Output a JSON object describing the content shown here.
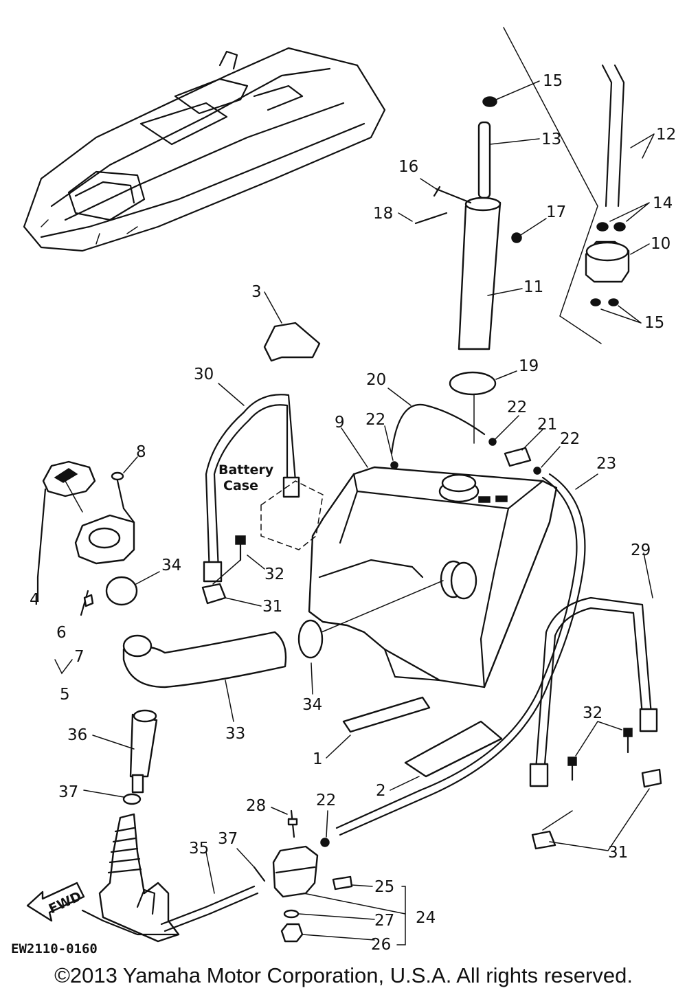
{
  "labels": {
    "n1": "1",
    "n2": "2",
    "n3": "3",
    "n4": "4",
    "n5": "5",
    "n6": "6",
    "n7": "7",
    "n8": "8",
    "n9": "9",
    "n10": "10",
    "n11": "11",
    "n12": "12",
    "n13": "13",
    "n14": "14",
    "n15a": "15",
    "n15b": "15",
    "n16": "16",
    "n17": "17",
    "n18": "18",
    "n19": "19",
    "n20": "20",
    "n21": "21",
    "n22a": "22",
    "n22b": "22",
    "n22c": "22",
    "n22d": "22",
    "n23": "23",
    "n24": "24",
    "n25": "25",
    "n26": "26",
    "n27": "27",
    "n28": "28",
    "n29": "29",
    "n30": "30",
    "n31a": "31",
    "n31b": "31",
    "n32a": "32",
    "n32b": "32",
    "n33": "33",
    "n34a": "34",
    "n34b": "34",
    "n35": "35",
    "n36": "36",
    "n37a": "37",
    "n37b": "37"
  },
  "annotations": {
    "battery_case_line1": "Battery",
    "battery_case_line2": "Case",
    "fwd_arrow": "FWD",
    "diagram_code": "EW2110-0160"
  },
  "copyright": "©2013 Yamaha Motor Corporation, U.S.A. All rights reserved."
}
